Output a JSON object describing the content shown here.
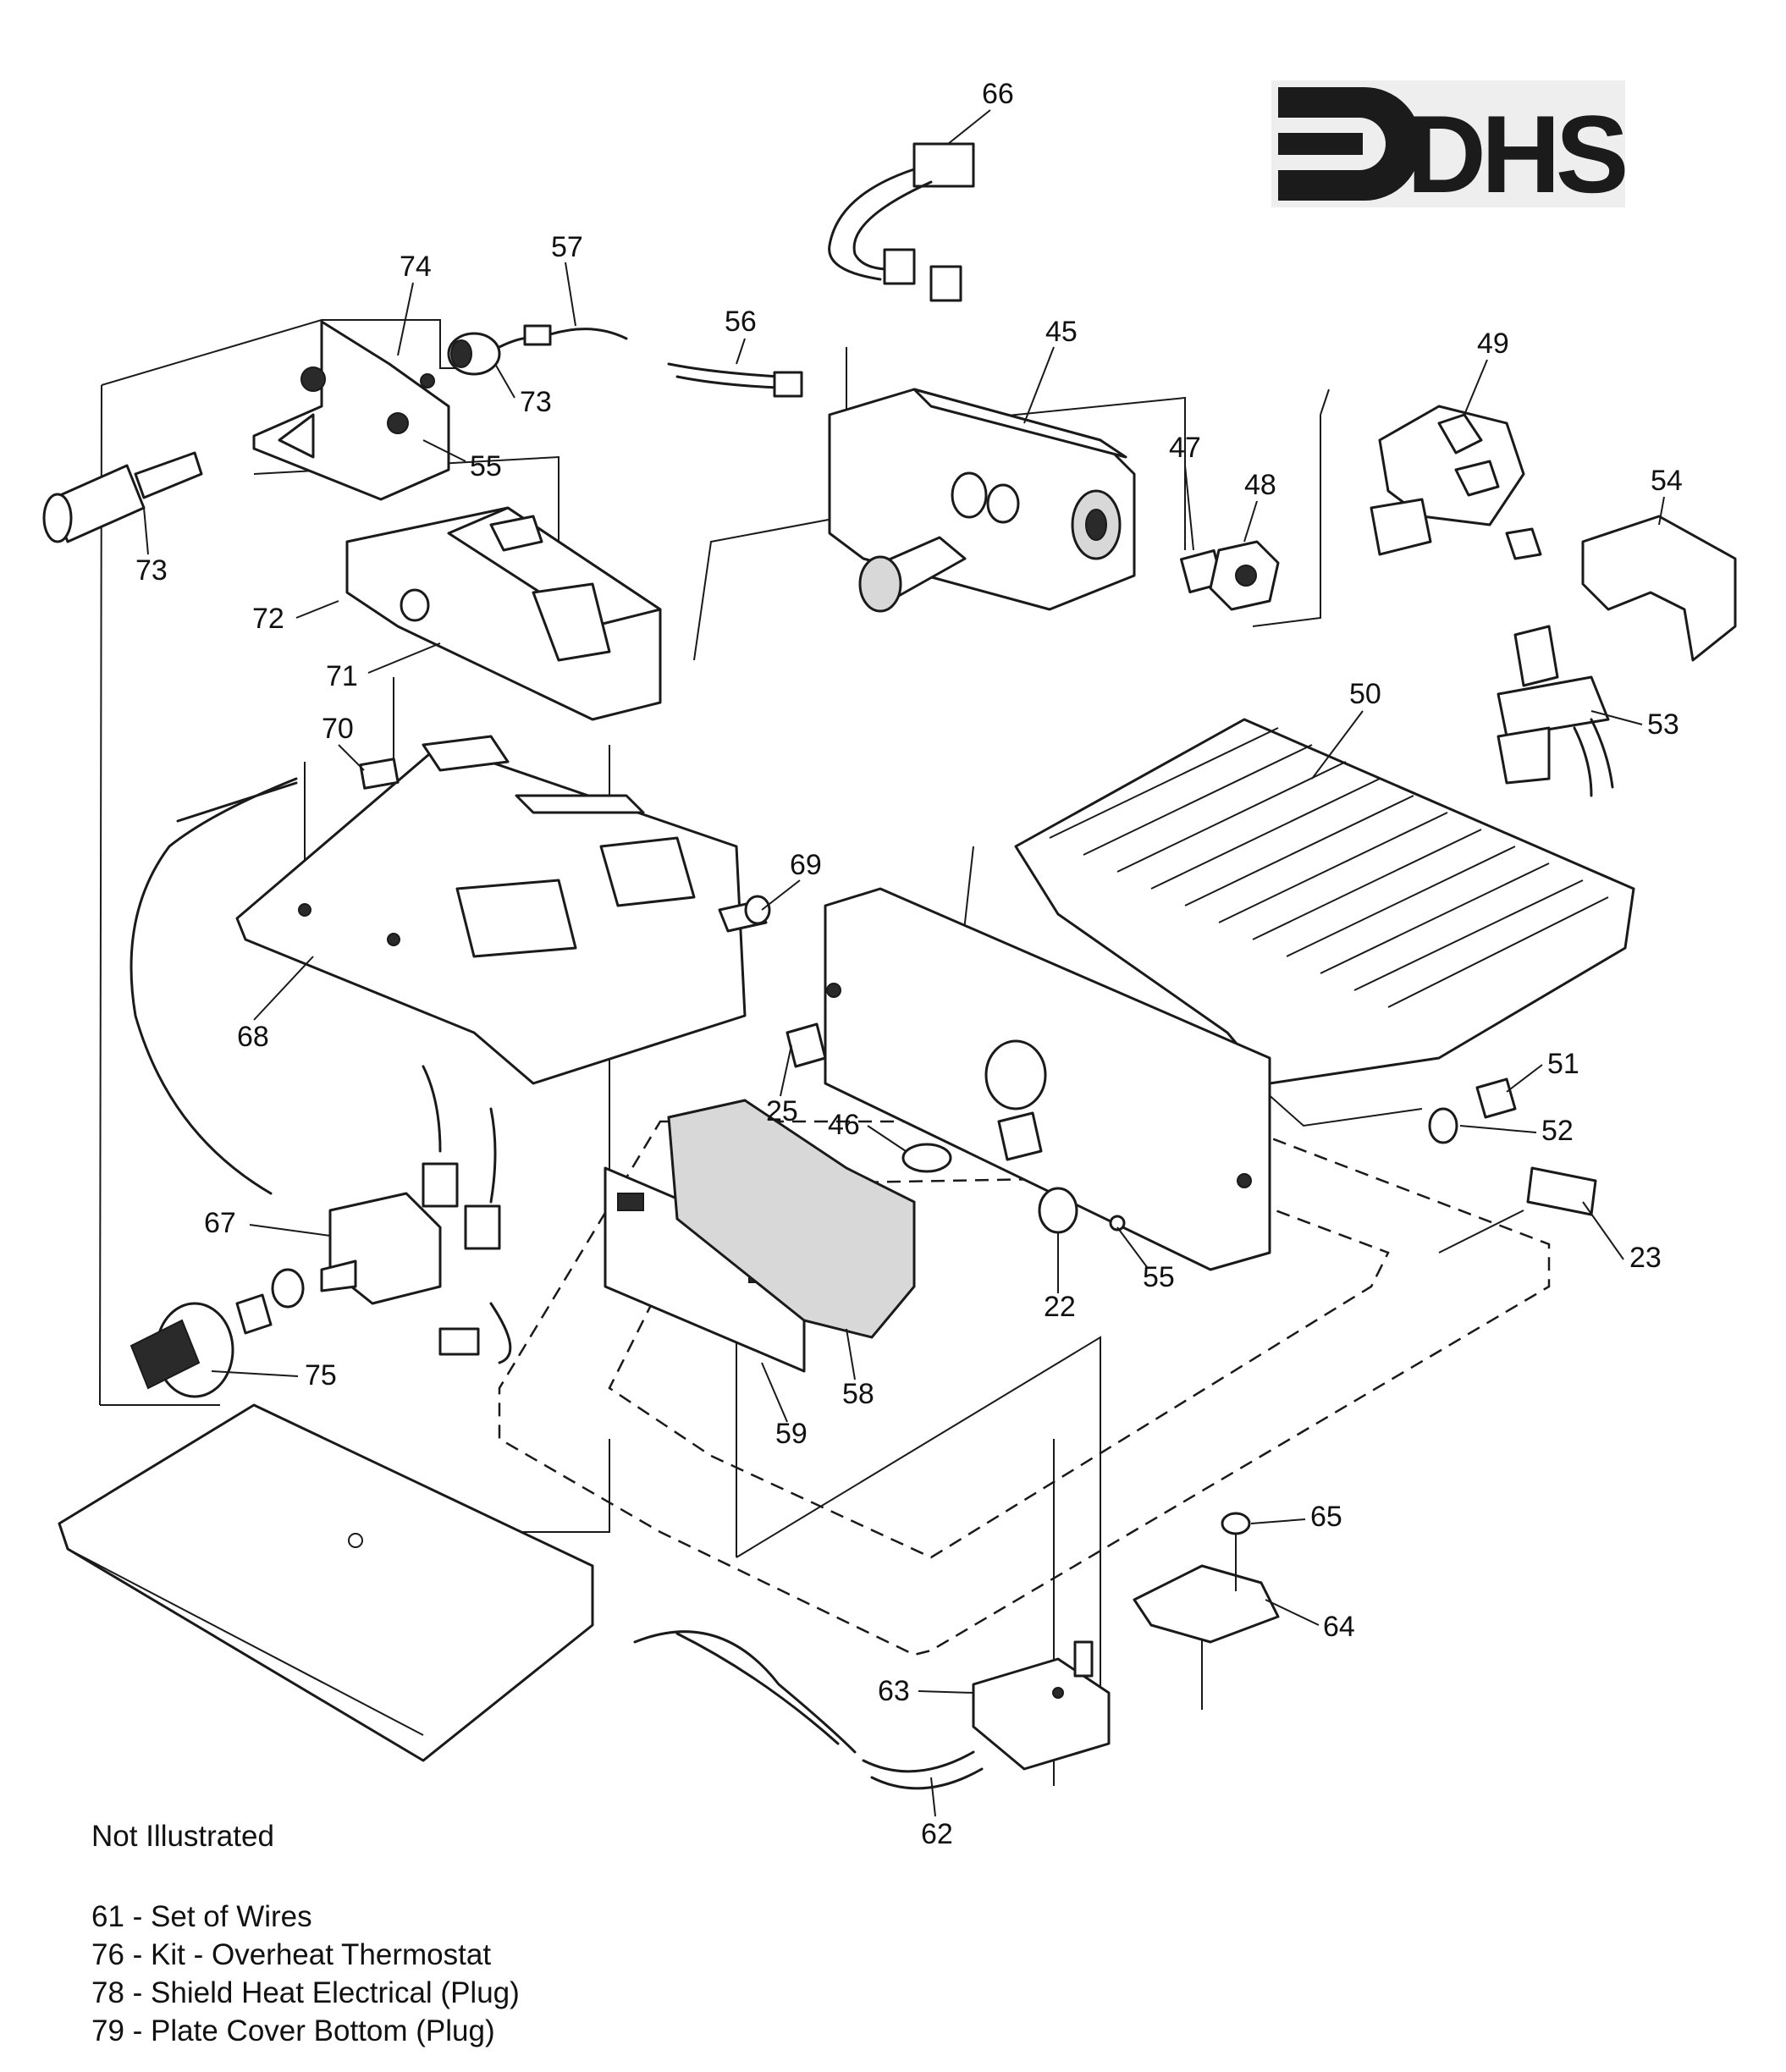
{
  "brand": {
    "logo_text": "DHS"
  },
  "callouts": [
    "66",
    "57",
    "74",
    "56",
    "45",
    "49",
    "73",
    "55",
    "47",
    "48",
    "54",
    "72",
    "71",
    "53",
    "70",
    "50",
    "69",
    "68",
    "51",
    "25",
    "46",
    "52",
    "67",
    "23",
    "22",
    "55",
    "75",
    "58",
    "59",
    "65",
    "64",
    "63",
    "62",
    "73"
  ],
  "legend": {
    "heading": "Not Illustrated",
    "items": [
      {
        "number": "61",
        "sep": " - ",
        "desc": "Set of Wires"
      },
      {
        "number": "76",
        "sep": " - ",
        "desc": "Kit - Overheat Thermostat"
      },
      {
        "number": "78",
        "sep": " - ",
        "desc": "Shield Heat Electrical (Plug)"
      },
      {
        "number": "79",
        "sep": " - ",
        "desc": "Plate Cover Bottom (Plug)"
      }
    ]
  }
}
